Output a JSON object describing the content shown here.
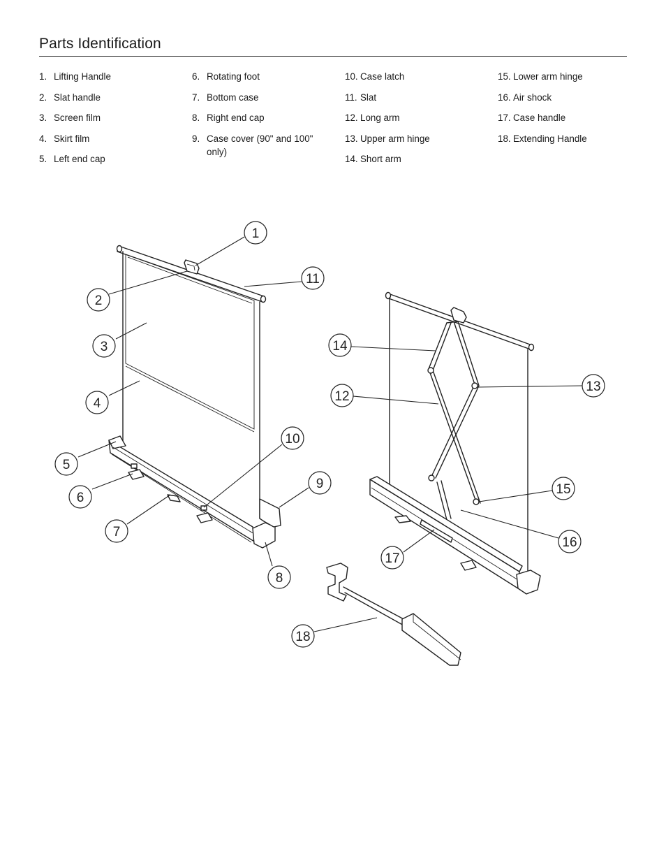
{
  "title": "Parts Identification",
  "parts": [
    {
      "num": "1.",
      "label": "Lifting Handle"
    },
    {
      "num": "2.",
      "label": "Slat handle"
    },
    {
      "num": "3.",
      "label": "Screen film"
    },
    {
      "num": "4.",
      "label": "Skirt film"
    },
    {
      "num": "5.",
      "label": "Left end cap"
    },
    {
      "num": "6.",
      "label": "Rotating foot"
    },
    {
      "num": "7.",
      "label": "Bottom case"
    },
    {
      "num": "8.",
      "label": "Right end cap"
    },
    {
      "num": "9.",
      "label": "Case cover (90\" and 100\" only)"
    },
    {
      "num": "10.",
      "label": "Case latch"
    },
    {
      "num": "11.",
      "label": "Slat"
    },
    {
      "num": "12.",
      "label": "Long arm"
    },
    {
      "num": "13.",
      "label": "Upper arm hinge"
    },
    {
      "num": "14.",
      "label": "Short arm"
    },
    {
      "num": "15.",
      "label": "Lower arm hinge"
    },
    {
      "num": "16.",
      "label": "Air shock"
    },
    {
      "num": "17.",
      "label": "Case handle"
    },
    {
      "num": "18.",
      "label": "Extending Handle"
    }
  ],
  "callouts": [
    "1",
    "2",
    "3",
    "4",
    "5",
    "6",
    "7",
    "8",
    "9",
    "10",
    "11",
    "12",
    "13",
    "14",
    "15",
    "16",
    "17",
    "18"
  ]
}
